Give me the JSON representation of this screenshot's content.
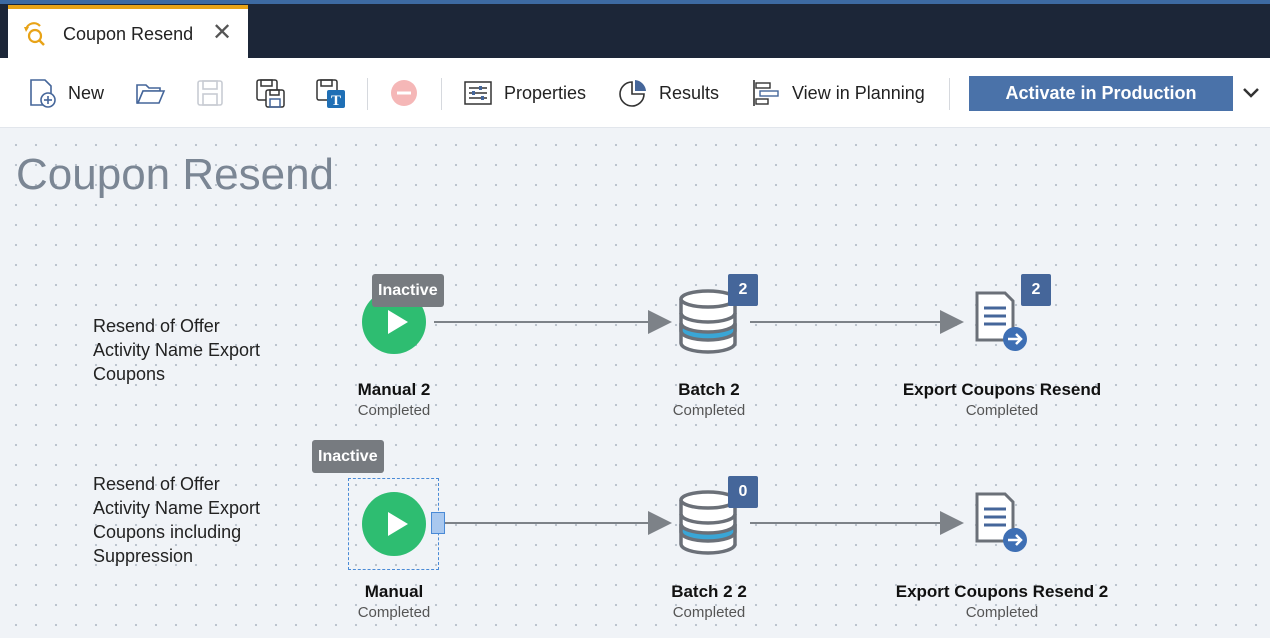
{
  "tab": {
    "title": "Coupon Resend",
    "icon": "campaign-icon",
    "close_glyph": "✕"
  },
  "toolbar": {
    "new_label": "New",
    "properties_label": "Properties",
    "results_label": "Results",
    "view_in_planning_label": "View in Planning",
    "activate_label": "Activate in Production"
  },
  "page": {
    "title": "Coupon Resend"
  },
  "rows": [
    {
      "label_lines": [
        "Resend of Offer",
        "Activity Name Export",
        "Coupons"
      ],
      "trigger": {
        "name": "Manual 2",
        "status": "Completed",
        "tag": "Inactive"
      },
      "batch": {
        "name": "Batch 2",
        "status": "Completed",
        "count": "2"
      },
      "export": {
        "name": "Export Coupons Resend",
        "status": "Completed",
        "count": "2"
      }
    },
    {
      "label_lines": [
        "Resend of Offer",
        "Activity Name Export",
        "Coupons including",
        "Suppression"
      ],
      "trigger": {
        "name": "Manual",
        "status": "Completed",
        "tag": "Inactive"
      },
      "batch": {
        "name": "Batch 2 2",
        "status": "Completed",
        "count": "0"
      },
      "export": {
        "name": "Export Coupons Resend 2",
        "status": "Completed"
      }
    }
  ],
  "colors": {
    "accent": "#4a72a9",
    "play_green": "#2ebd71",
    "badge_blue": "#45669a",
    "tag_gray": "#777b80",
    "tab_highlight": "#e8a317"
  }
}
